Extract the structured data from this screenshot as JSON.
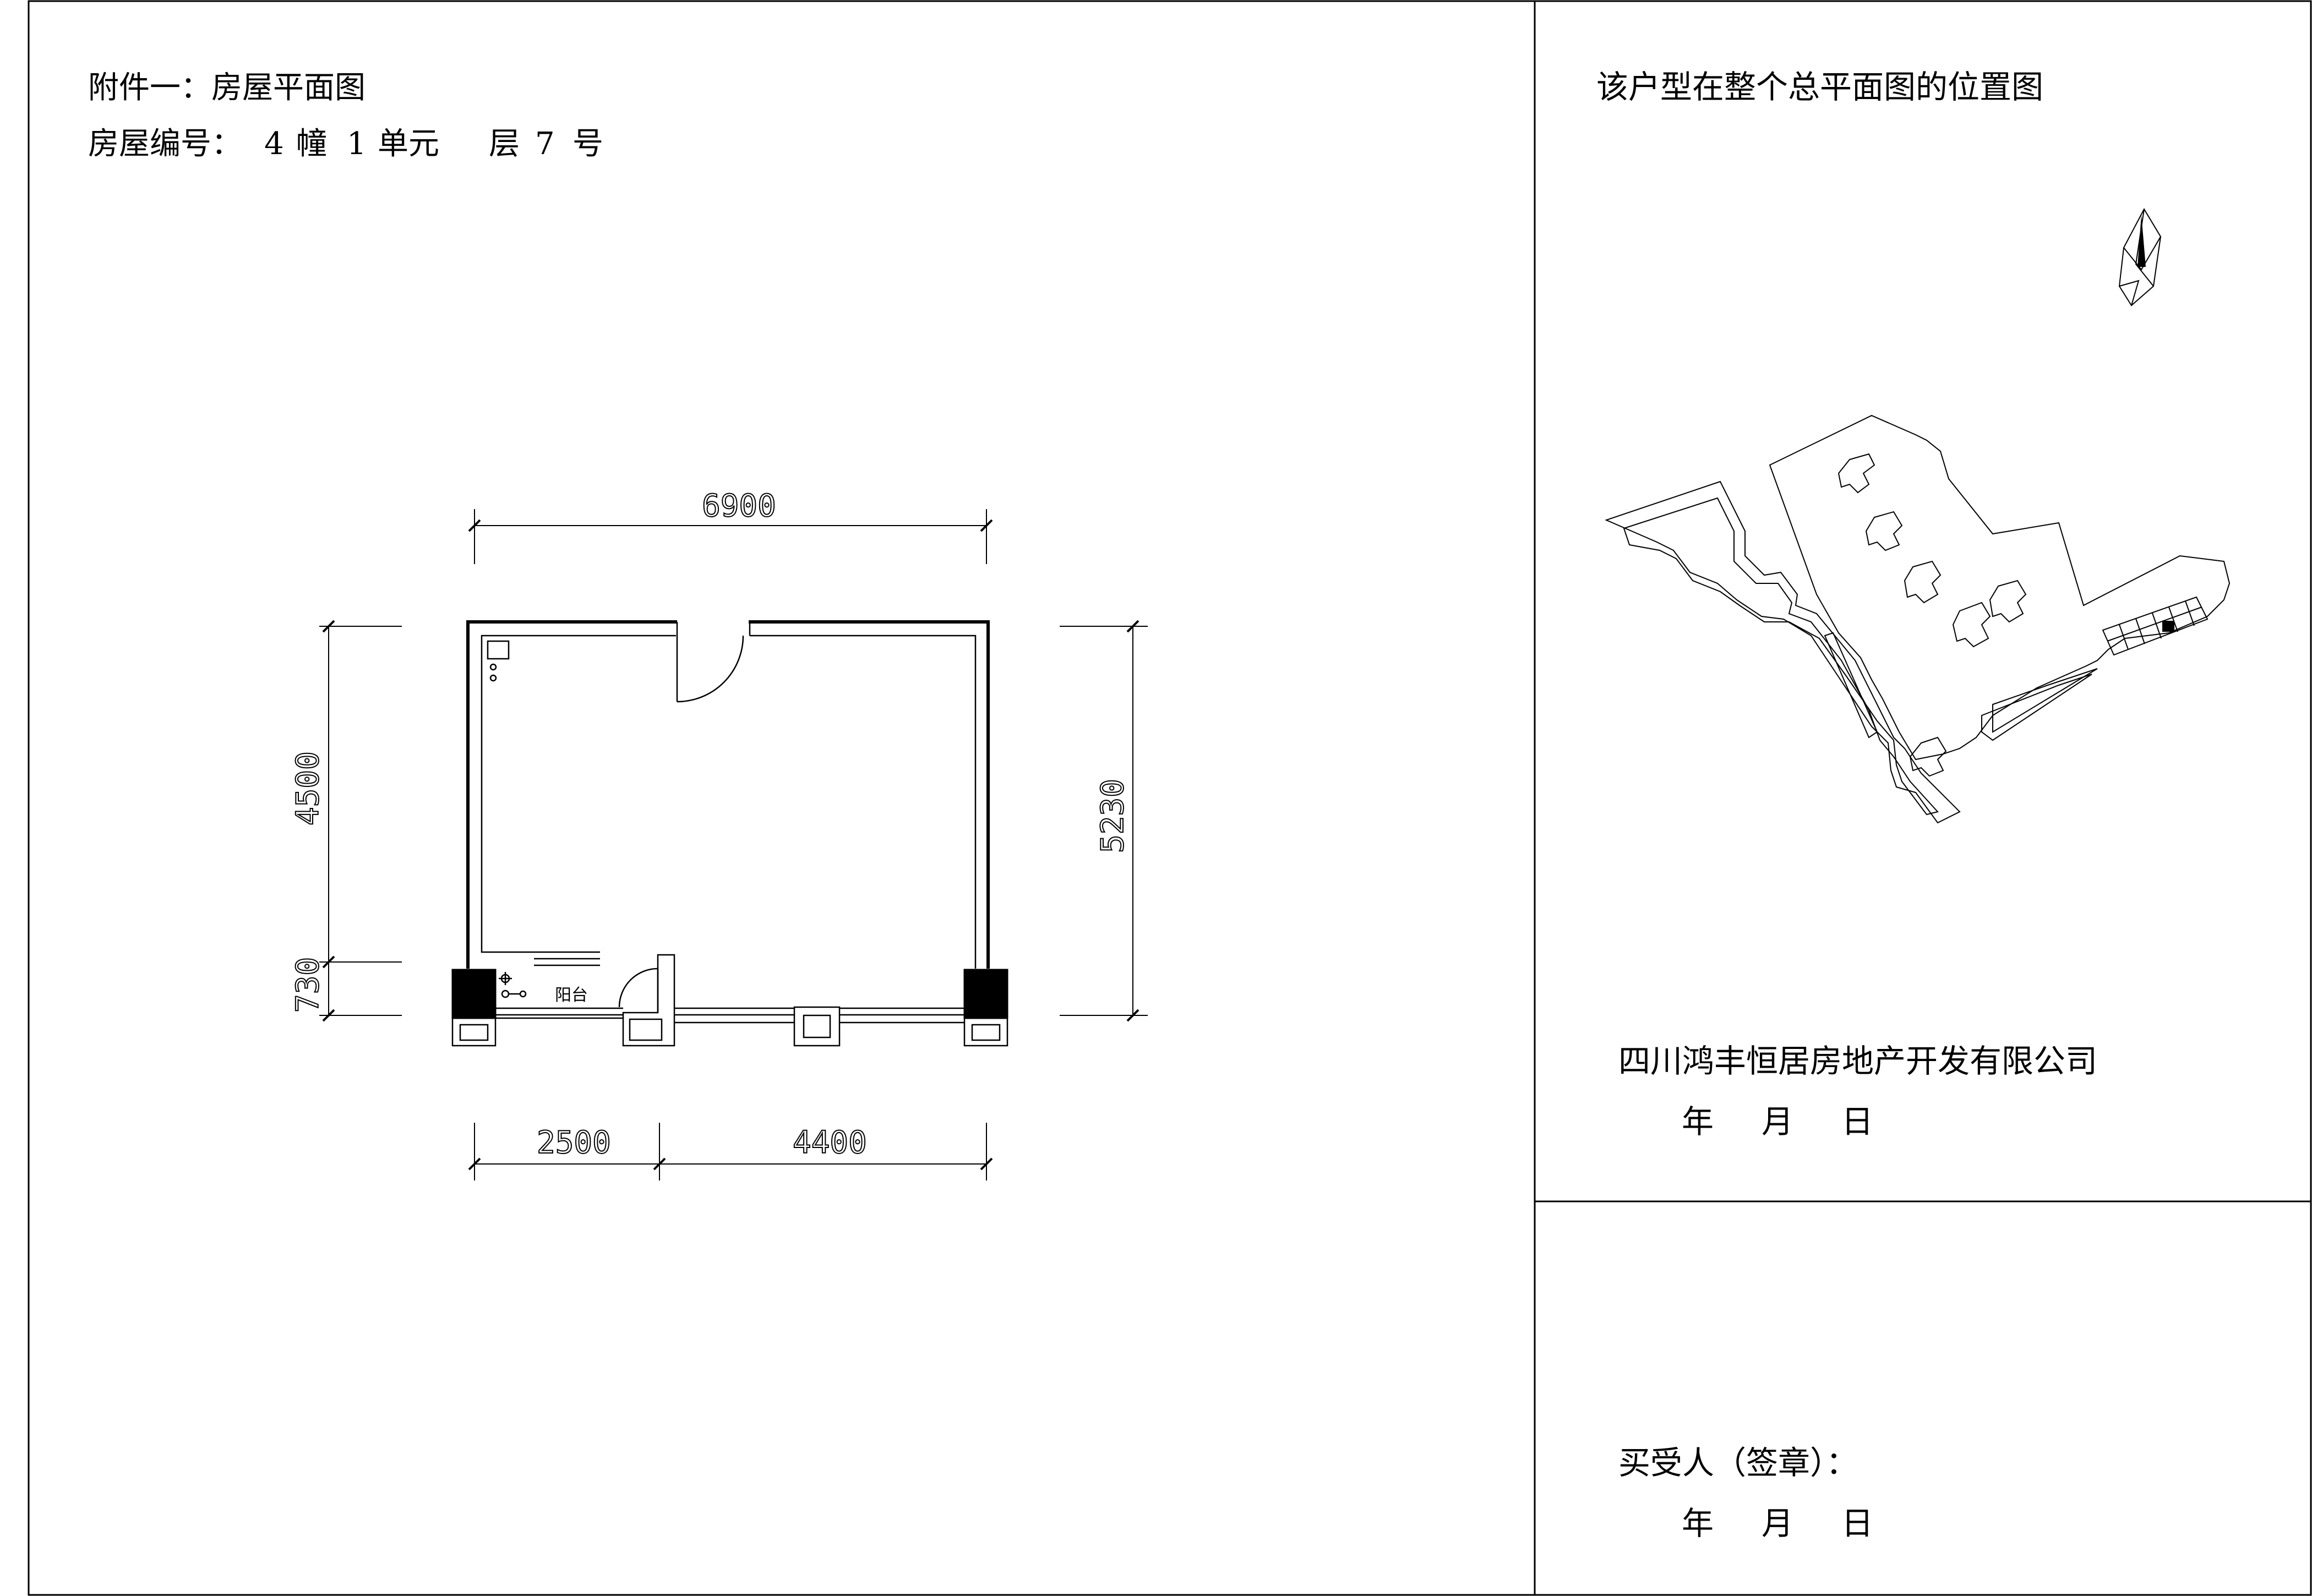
{
  "header": {
    "title": "附件一：房屋平面图",
    "house_no_label": "房屋编号：",
    "building_no": "4",
    "building_unit": "幢",
    "unit_no": "1",
    "unit_label": "单元",
    "floor_label": "层",
    "room_no": "7",
    "room_label": "号"
  },
  "floor_plan": {
    "dims": {
      "top": "6900",
      "left_upper": "4500",
      "left_lower": "730",
      "right": "5230",
      "bottom_left": "2500",
      "bottom_right": "4400"
    },
    "room_label": "阳台"
  },
  "location_panel": {
    "title": "该户型在整个总平面图的位置图",
    "company": "四川鸿丰恒居房地产开发有限公司",
    "date_year": "年",
    "date_month": "月",
    "date_day": "日"
  },
  "buyer_panel": {
    "label": "买受人（签章）：",
    "date_year": "年",
    "date_month": "月",
    "date_day": "日"
  }
}
